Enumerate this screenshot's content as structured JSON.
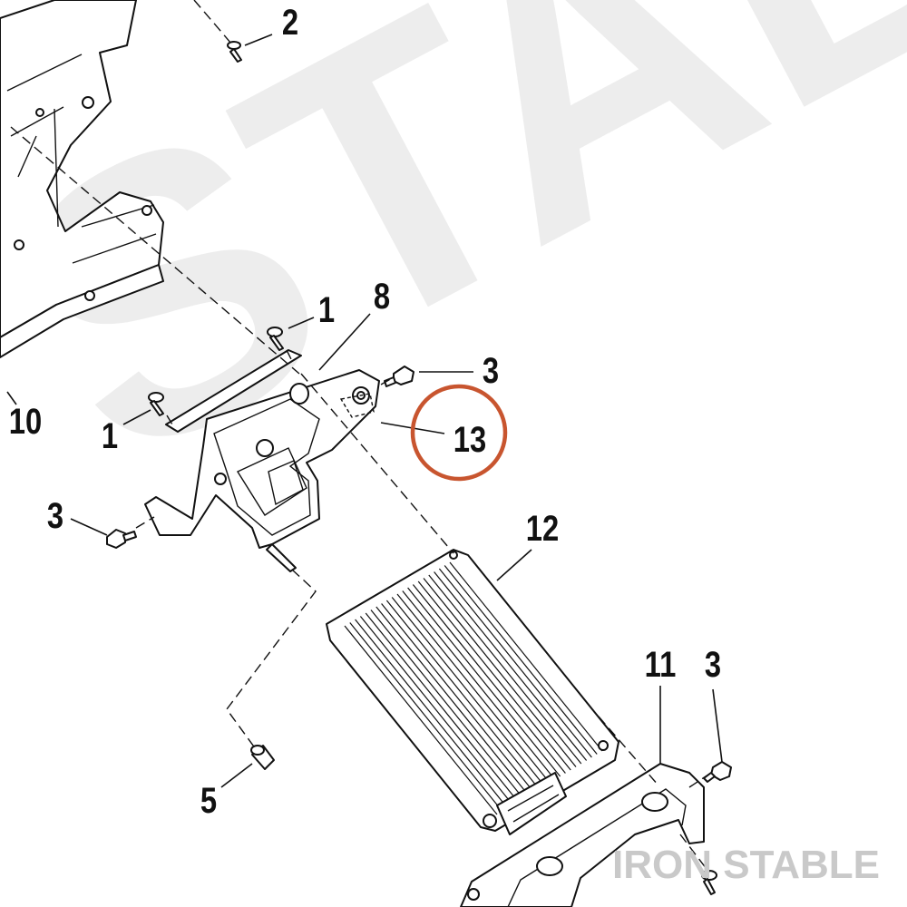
{
  "watermark": {
    "text": "STABLE",
    "brand": "IRON STABLE"
  },
  "callouts": [
    {
      "id": "c1a",
      "label": "1"
    },
    {
      "id": "c1b",
      "label": "1"
    },
    {
      "id": "c2",
      "label": "2"
    },
    {
      "id": "c3a",
      "label": "3"
    },
    {
      "id": "c3b",
      "label": "3"
    },
    {
      "id": "c3c",
      "label": "3"
    },
    {
      "id": "c5",
      "label": "5"
    },
    {
      "id": "c8",
      "label": "8"
    },
    {
      "id": "c10",
      "label": "10"
    },
    {
      "id": "c11",
      "label": "11"
    },
    {
      "id": "c12",
      "label": "12"
    },
    {
      "id": "c13",
      "label": "13"
    }
  ],
  "highlight": {
    "target_label": "13",
    "color": "#c8552f"
  },
  "colors": {
    "line": "#111111",
    "highlight": "#c8552f",
    "watermark": "#ededed",
    "brand": "#c9c9c9"
  }
}
